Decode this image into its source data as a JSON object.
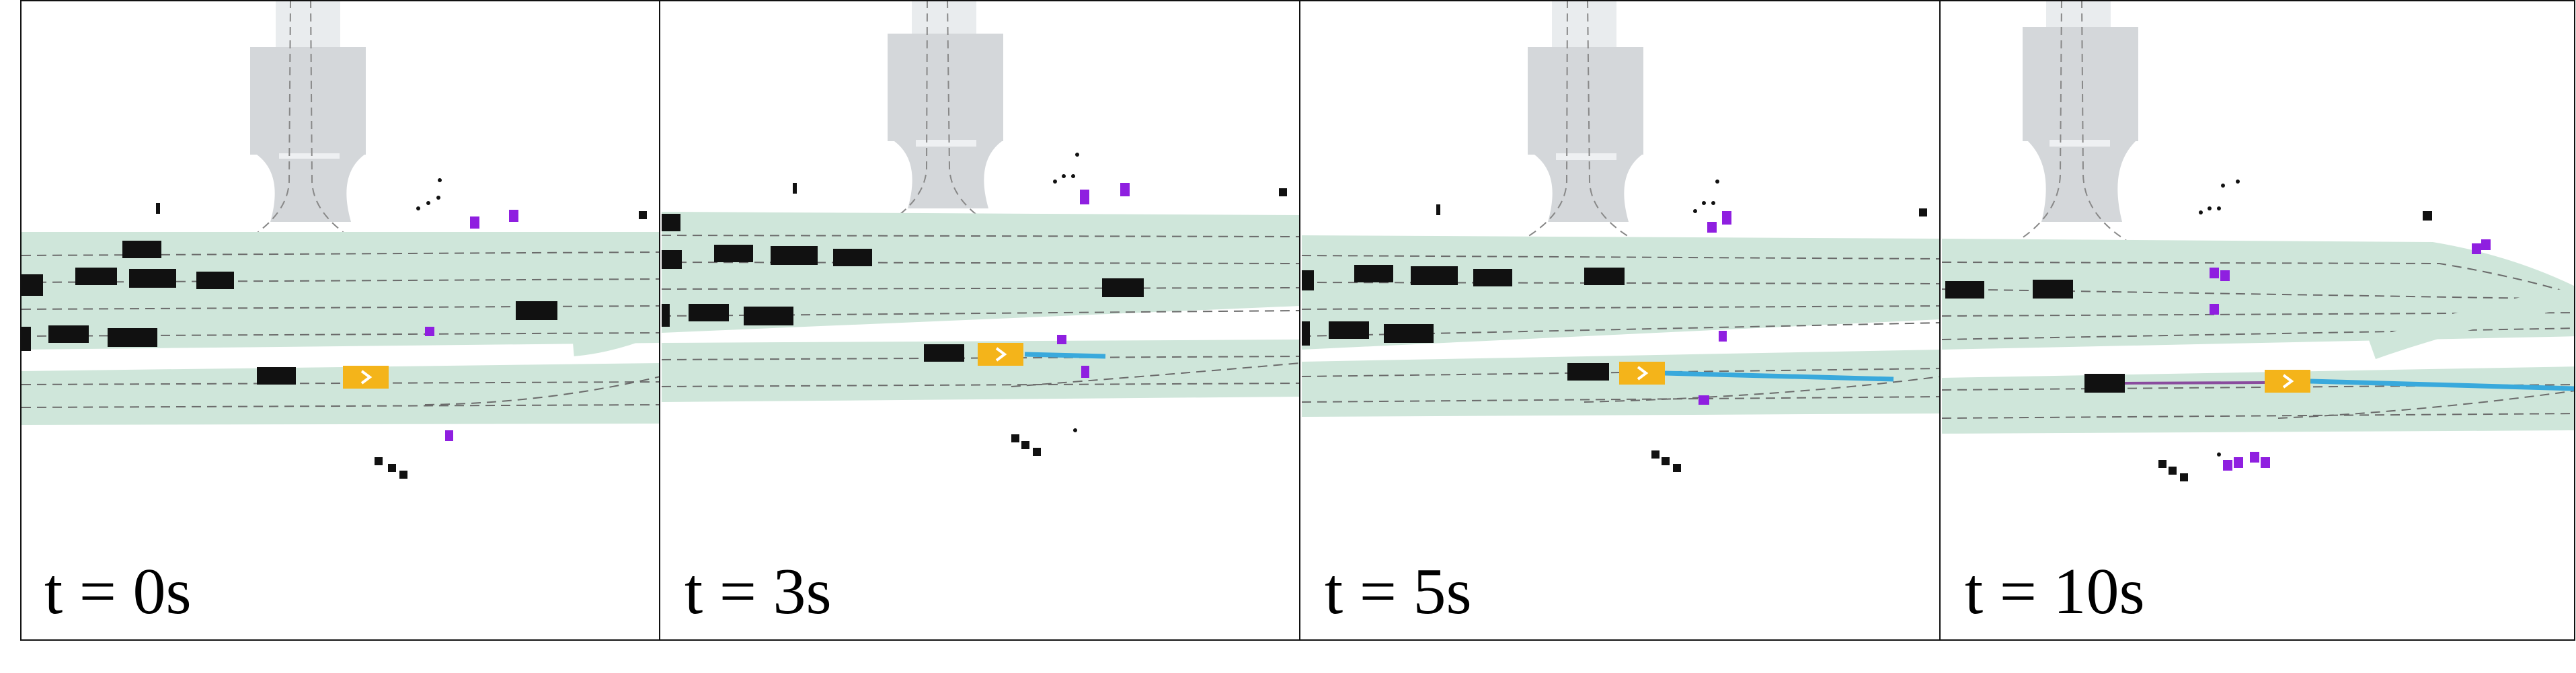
{
  "panels": [
    {
      "time_label": "t = 0s"
    },
    {
      "time_label": "t = 3s"
    },
    {
      "time_label": "t = 5s"
    },
    {
      "time_label": "t = 10s"
    }
  ],
  "colors": {
    "road": "#cfe6da",
    "intersection": "#d4d7da",
    "lane_line": "#6b6b6b",
    "ego_vehicle": "#f4b41a",
    "other_vehicle": "#111111",
    "pedestrian": "#8f1fe0",
    "trajectory": "#39a9dc",
    "frame": "#111111"
  }
}
